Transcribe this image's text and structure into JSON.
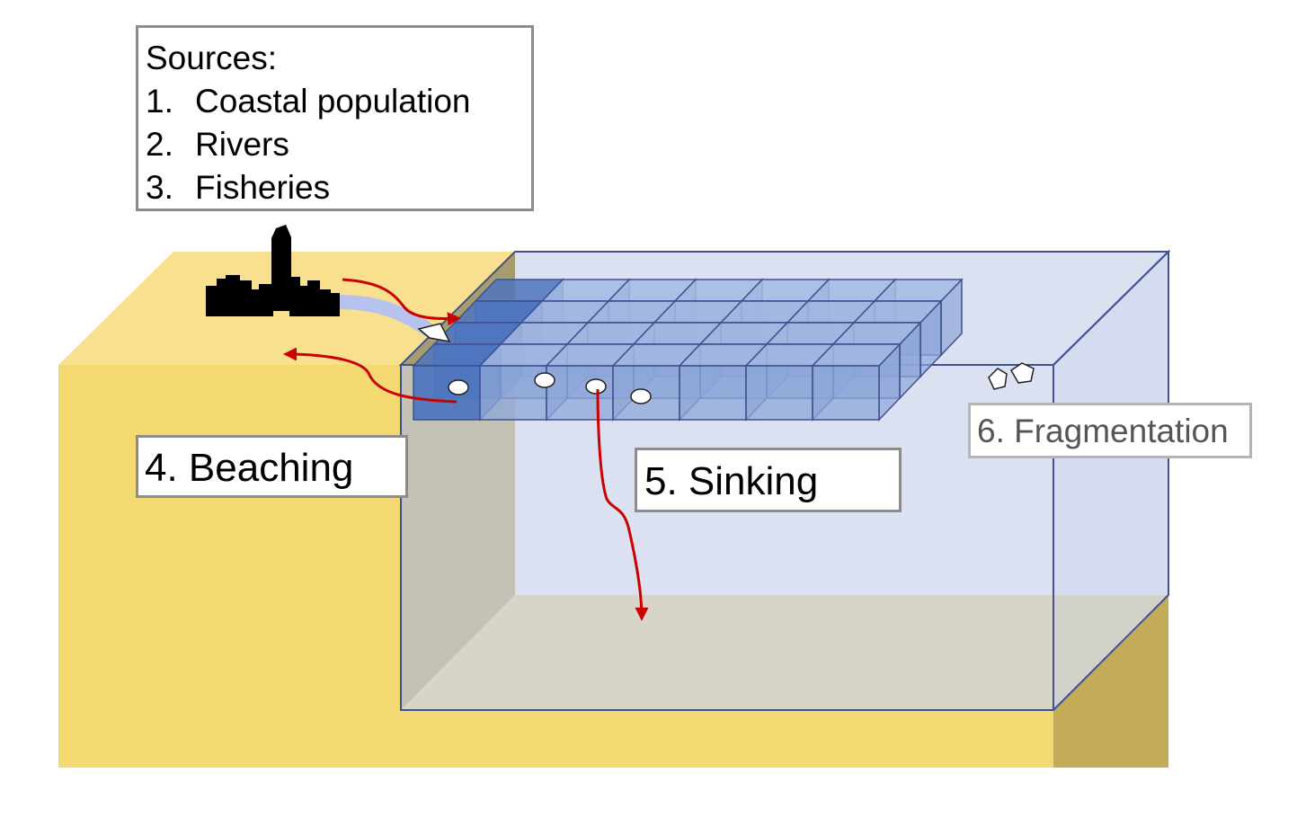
{
  "sources": {
    "title": "Sources:",
    "items": [
      {
        "num": "1.",
        "label": "Coastal population"
      },
      {
        "num": "2.",
        "label": "Rivers"
      },
      {
        "num": "3.",
        "label": "Fisheries"
      }
    ]
  },
  "processes": {
    "beaching": "4. Beaching",
    "sinking": "5. Sinking",
    "fragmentation": "6. Fragmentation"
  },
  "colors": {
    "land_top": "#f8e08e",
    "land_front": "#f4d872",
    "land_shadow_side": "#a79c6e",
    "seabed": "#d1c694",
    "seabed_side": "#c4ab57",
    "water": "#dce1f2",
    "water_edge": "#3f5190",
    "grid_cell_front": "#8ea7d8",
    "grid_cell_top": "#a3b8e2",
    "grid_cell_dark": "#4f76bf",
    "arrow": "#cc0000",
    "river": "#b7c3ee",
    "skyline": "#000000"
  },
  "icons": {
    "city": "city-skyline-icon",
    "plastic": "plastic-fragment-icon",
    "arrow": "red-flow-arrow"
  }
}
